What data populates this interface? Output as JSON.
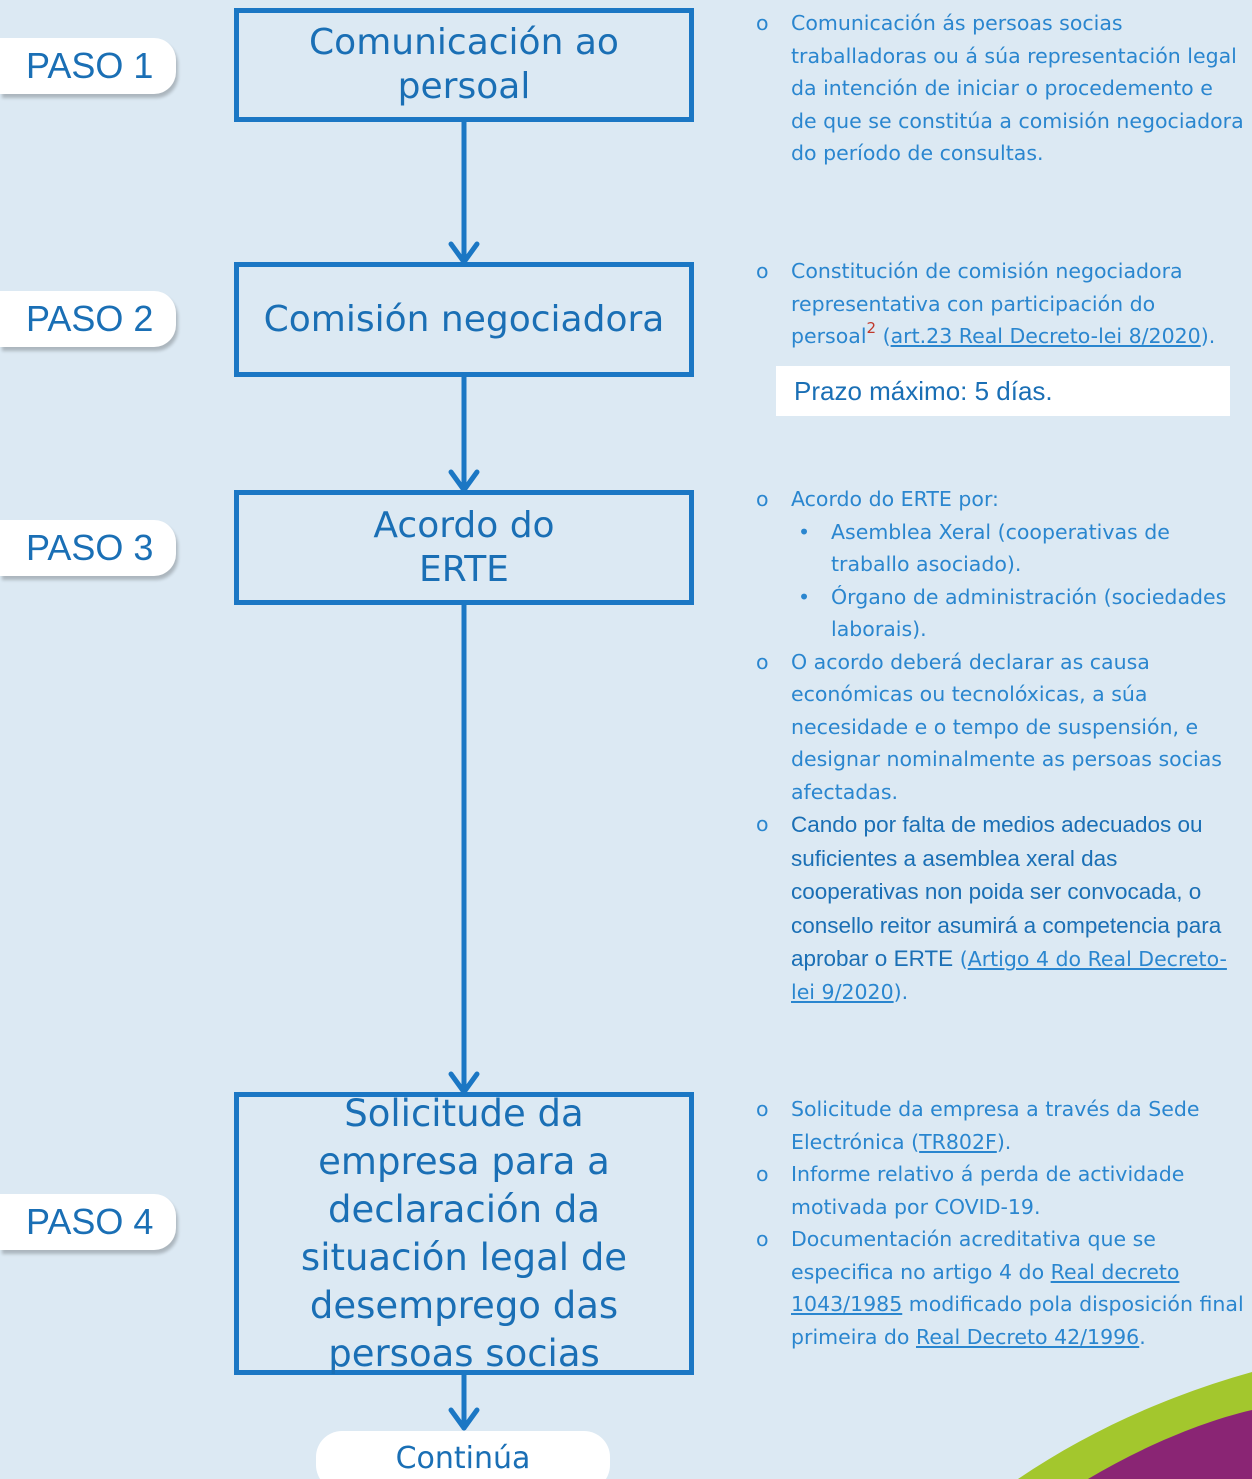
{
  "steps": [
    {
      "tab": "PASO 1",
      "title": "Comunicación ao persoal"
    },
    {
      "tab": "PASO 2",
      "title": "Comisión negociadora"
    },
    {
      "tab": "PASO 3",
      "title": "Acordo do ERTE"
    },
    {
      "tab": "PASO 4",
      "title": "Solicitude da empresa para a declaración da situación legal de desemprego das persoas socias"
    }
  ],
  "continue_label": "Continúa",
  "step1": {
    "bullet": "o",
    "text": "Comunicación ás persoas socias traballadoras ou á súa representación legal da intención de iniciar o procedemento e de que se constitúa a comisión negociadora do período de consultas."
  },
  "step2": {
    "bullet": "o",
    "text": "Constitución de comisión negociadora representativa con participación do persoal",
    "footnote": "2",
    "paren_open": " (",
    "link": "art.23 Real Decreto-lei 8/2020",
    "paren_close": ").",
    "deadline": "Prazo máximo: 5 días."
  },
  "step3": {
    "item1": "Acordo do ERTE por:",
    "sub1": "Asemblea Xeral (cooperativas de traballo asociado).",
    "sub2": "Órgano de administración (sociedades laborais).",
    "sub_bullet": "•",
    "item2": "O acordo deberá declarar as causa económicas ou tecnolóxicas, a súa necesidade e o tempo de suspensión, e designar nominalmente as persoas socias afectadas.",
    "item3_strong": "Cando por falta de medios adecuados ou suficientes a asemblea xeral das cooperativas non poida ser convocada, o consello reitor asumirá a competencia para aprobar o ERTE",
    "item3_open": " (",
    "item3_link": "Artigo 4 do Real Decreto-lei 9/2020",
    "item3_close": ")."
  },
  "step4": {
    "item1_text": "Solicitude da empresa a través da Sede Electrónica (",
    "item1_link": "TR802F",
    "item1_close": ").",
    "item2": "Informe relativo á perda de actividade motivada por COVID-19.",
    "item3_a": "Documentación acreditativa que se especifica no artigo 4 do ",
    "item3_link1": "Real decreto 1043/1985",
    "item3_b": " modificado pola disposición final primeira do ",
    "item3_link2": "Real Decreto 42/1996",
    "item3_c": "."
  },
  "colors": {
    "background": "#dce9f3",
    "primary": "#1b77c4",
    "text": "#2a86cf",
    "footnote": "#c0392b",
    "swoosh_green": "#a3c72d",
    "swoosh_purple": "#8a2574"
  }
}
